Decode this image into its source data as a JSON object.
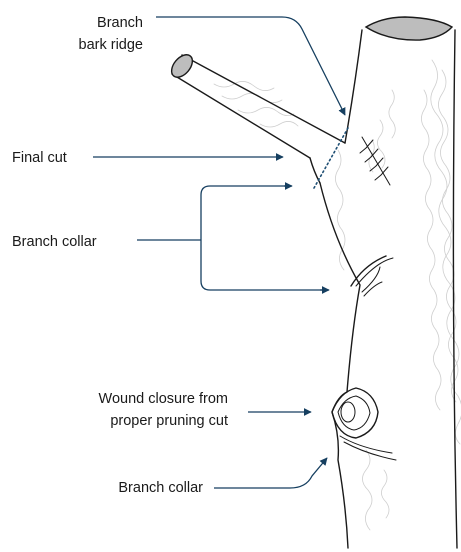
{
  "labels": {
    "branch_bark_ridge_line1": "Branch",
    "branch_bark_ridge_line2": "bark ridge",
    "final_cut": "Final cut",
    "branch_collar_upper": "Branch collar",
    "wound_closure_line1": "Wound closure from",
    "wound_closure_line2": "proper pruning cut",
    "branch_collar_lower": "Branch collar"
  },
  "colors": {
    "pointer": "#163f60",
    "outline": "#1a1a1a",
    "cut_top": "#bdbdbd",
    "bark_texture": "#cfcfcf",
    "background": "#ffffff"
  }
}
